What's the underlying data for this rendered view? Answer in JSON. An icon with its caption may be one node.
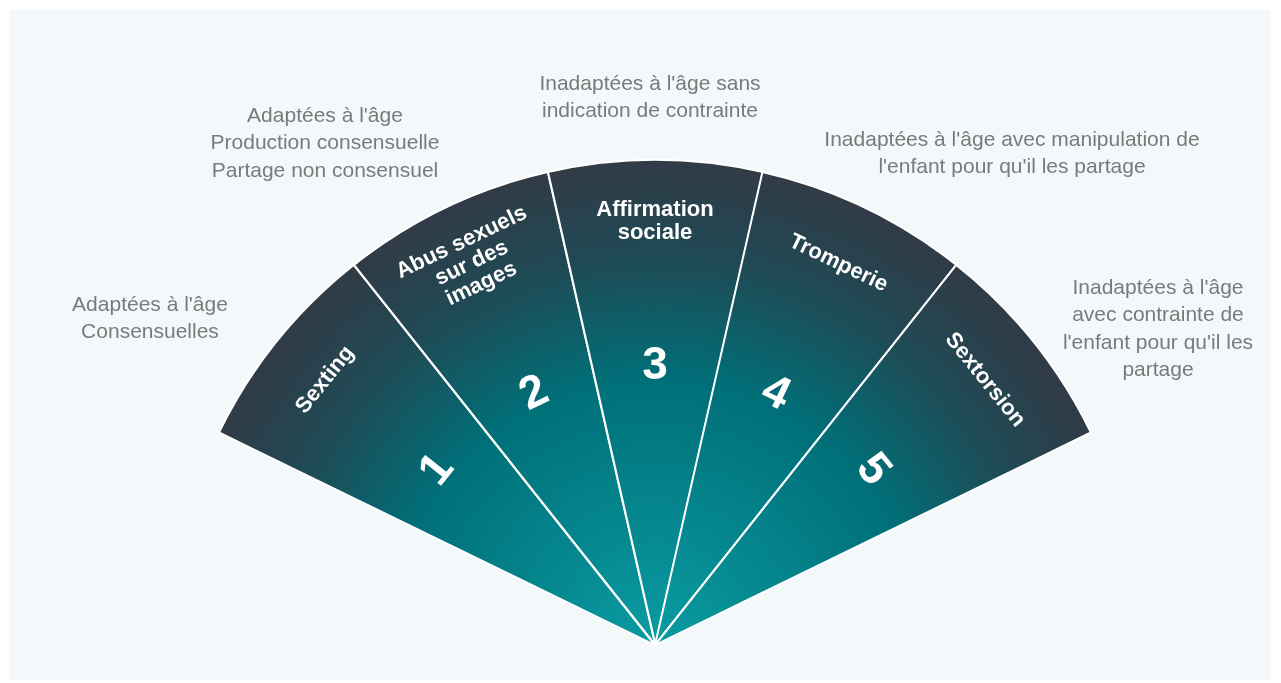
{
  "diagram": {
    "nodes": [
      {
        "text": [
          "Sexting",
          "1"
        ],
        "beside": [
          "Adaptées à l'âge Consensuelles"
        ]
      },
      {
        "text": [
          "Abus sexuels sur des images",
          "2"
        ],
        "beside": [
          "Adaptées à l'âge Production consensuelle Partage non consensuel"
        ]
      },
      {
        "text": [
          "Affirmation sociale",
          "3"
        ],
        "beside": [
          "Inadaptées à l'âge sans indication de contrainte"
        ]
      },
      {
        "text": [
          "Tromperie",
          "4"
        ],
        "beside": [
          "Inadaptées à l'âge avec manipulation de l'enfant pour qu'il les partage"
        ]
      },
      {
        "text": [
          "Sextorsion",
          "5"
        ],
        "beside": [
          "Inadaptées à l'âge avec contrainte de l'enfant pour qu'il les partage"
        ]
      }
    ]
  }
}
